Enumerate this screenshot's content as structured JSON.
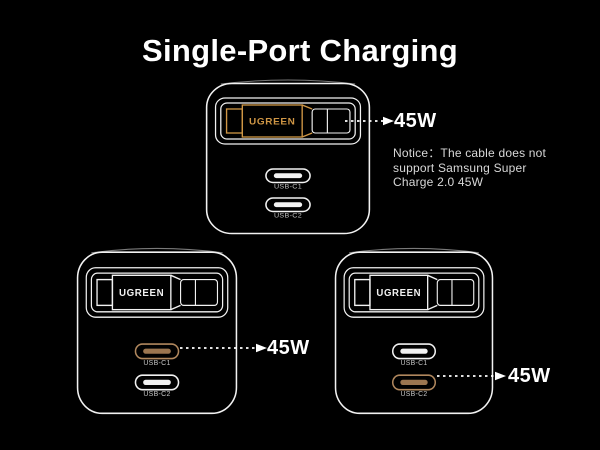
{
  "title": "Single-Port Charging",
  "colors": {
    "background": "#000000",
    "outline_white": "#f2f2f2",
    "accent_orange": "#cf9645",
    "port_copper": "#b0875d",
    "port_copper_fill": "#9c7650",
    "label_grey": "#c4c4c4",
    "notice_grey": "#d8d8d8"
  },
  "chargers": [
    {
      "name": "top charger",
      "brand": "UGREEN",
      "ports": [
        {
          "label": "USB-C1"
        },
        {
          "label": "USB-C2"
        }
      ]
    },
    {
      "name": "bottom left charger",
      "brand": "UGREEN",
      "ports": [
        {
          "label": "USB-C1"
        },
        {
          "label": "USB-C2"
        }
      ]
    },
    {
      "name": "bottom right charger",
      "brand": "UGREEN",
      "ports": [
        {
          "label": "USB-C1"
        },
        {
          "label": "USB-C2"
        }
      ]
    }
  ],
  "annotations": {
    "top": {
      "wattage": "45W"
    },
    "bottom_left": {
      "wattage": "45W"
    },
    "bottom_right": {
      "wattage": "45W"
    },
    "notice": {
      "lines": [
        "Notice：The cable does not",
        "support Samsung Super",
        "Charge 2.0 45W"
      ]
    }
  }
}
